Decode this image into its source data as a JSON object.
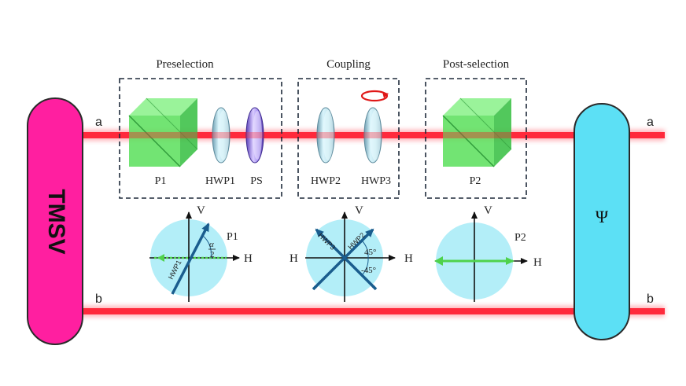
{
  "sections": {
    "preselection": "Preselection",
    "coupling": "Coupling",
    "postselection": "Post-selection"
  },
  "source_label": "TMSV",
  "state_label": "Ψ",
  "paths": {
    "a": "a",
    "b": "b"
  },
  "components": {
    "p1": "P1",
    "hwp1": "HWP1",
    "ps": "PS",
    "hwp2": "HWP2",
    "hwp3": "HWP3",
    "p2": "P2"
  },
  "diagrams": {
    "d1": {
      "v": "V",
      "h": "H",
      "label": "P1",
      "wp": "HWP1",
      "angle_num": "α",
      "angle_den": "2"
    },
    "d2": {
      "v": "V",
      "h": "H",
      "hleft": "H",
      "wp_a": "HWP3",
      "wp_b": "HWP2",
      "ang1": "45°",
      "ang2": "-45°"
    },
    "d3": {
      "v": "V",
      "h": "H",
      "label": "P2"
    }
  },
  "colors": {
    "beam": "#ff2a3c",
    "tmsv": "#ff1fa0",
    "psi": "#5ce0f5",
    "polarizer": "#5fe060",
    "disk": "#b3eef8",
    "arrow": "#1a5d8e",
    "polarizer_arrow": "#4fd24c"
  }
}
